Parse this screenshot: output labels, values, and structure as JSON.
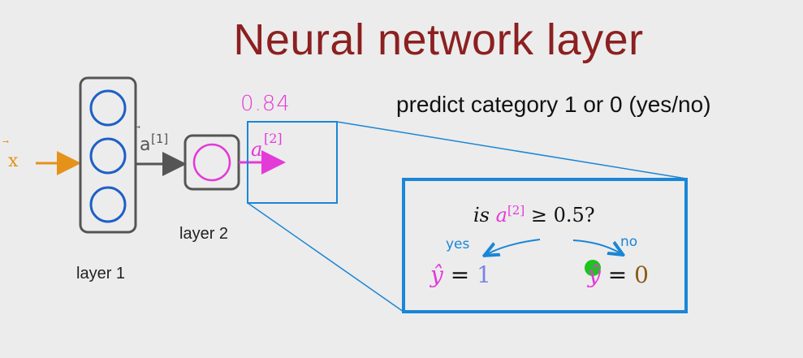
{
  "title": "Neural network layer",
  "subtitle": "predict category 1 or 0 (yes/no)",
  "input_label": "x",
  "input_vector_mark": "⃗",
  "layer1": {
    "label": "layer 1",
    "output_label": "a",
    "output_sup": "[1]"
  },
  "layer2": {
    "label": "layer 2",
    "output_label": "a",
    "output_sup": "[2]",
    "handwritten_value": "0.84"
  },
  "decision": {
    "prefix": "is",
    "var": "a",
    "sup": "[2]",
    "rest": "≥ 0.5?",
    "yes_label": "yes",
    "no_label": "no",
    "yes_result_lhs": "ŷ",
    "yes_result_eq": "=",
    "yes_result_value": "1",
    "no_result_lhs": "ŷ",
    "no_result_eq": "=",
    "no_result_value": "0"
  },
  "colors": {
    "title": "#8c2020",
    "neuron": "#1f5fc7",
    "magenta": "#e33ad8",
    "input_arrow": "#e5921b",
    "zoom_box": "#1a86d6",
    "cursor": "#1fc21f"
  }
}
